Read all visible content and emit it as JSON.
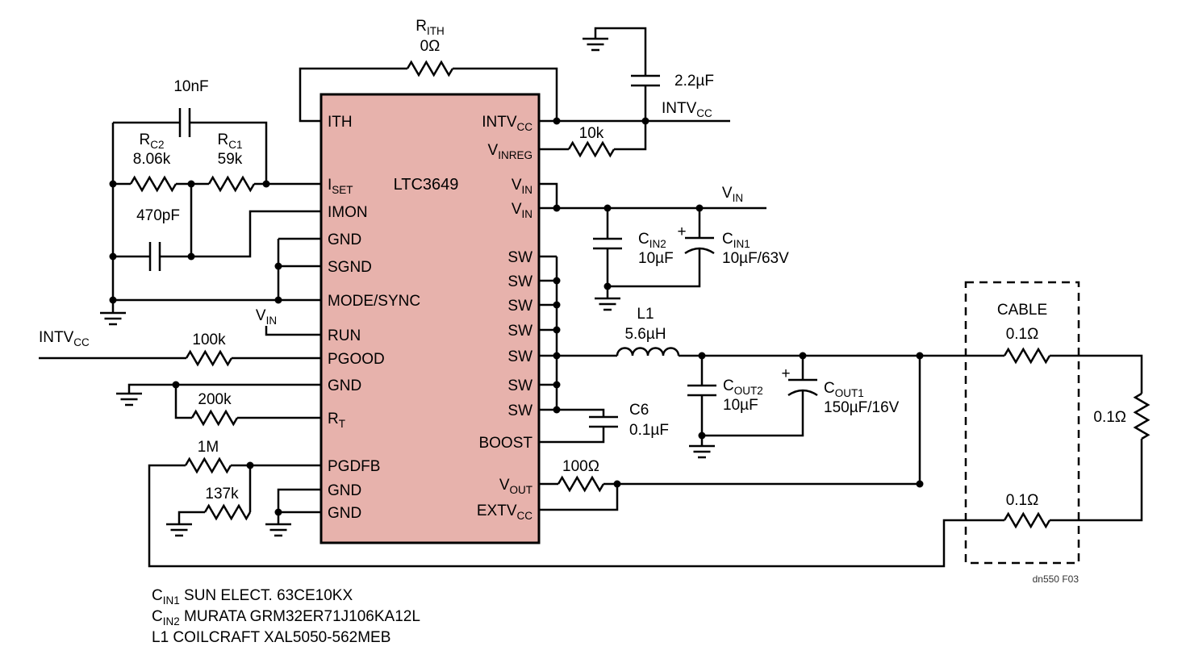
{
  "figure": {
    "id": "dn550 F03"
  },
  "colors": {
    "ic_fill": "#e7b2ac"
  },
  "ic": {
    "name": "LTC3649",
    "pins_left": [
      {
        "pre": "ITH",
        "sub": ""
      },
      {
        "pre": "I",
        "sub": "SET"
      },
      {
        "pre": "IMON",
        "sub": ""
      },
      {
        "pre": "GND",
        "sub": ""
      },
      {
        "pre": "SGND",
        "sub": ""
      },
      {
        "pre": "MODE/SYNC",
        "sub": ""
      },
      {
        "pre": "RUN",
        "sub": ""
      },
      {
        "pre": "PGOOD",
        "sub": ""
      },
      {
        "pre": "GND",
        "sub": ""
      },
      {
        "pre": "R",
        "sub": "T"
      },
      {
        "pre": "PGDFB",
        "sub": ""
      },
      {
        "pre": "GND",
        "sub": ""
      },
      {
        "pre": "GND",
        "sub": ""
      }
    ],
    "pins_right": [
      {
        "pre": "INTV",
        "sub": "CC"
      },
      {
        "pre": "V",
        "sub": "INREG"
      },
      {
        "pre": "V",
        "sub": "IN"
      },
      {
        "pre": "V",
        "sub": "IN"
      },
      {
        "pre": "SW",
        "sub": ""
      },
      {
        "pre": "SW",
        "sub": ""
      },
      {
        "pre": "SW",
        "sub": ""
      },
      {
        "pre": "SW",
        "sub": ""
      },
      {
        "pre": "SW",
        "sub": ""
      },
      {
        "pre": "SW",
        "sub": ""
      },
      {
        "pre": "SW",
        "sub": ""
      },
      {
        "pre": "BOOST",
        "sub": ""
      },
      {
        "pre": "V",
        "sub": "OUT"
      },
      {
        "pre": "EXTV",
        "sub": "CC"
      }
    ]
  },
  "components": {
    "rith": {
      "pre": "R",
      "sub": "ITH",
      "value": "0Ω"
    },
    "c_bypass": {
      "value": "2.2µF"
    },
    "intvcc_top": {
      "pre": "INTV",
      "sub": "CC"
    },
    "r_vinreg": {
      "value": "10k"
    },
    "vin_rail": {
      "pre": "V",
      "sub": "IN"
    },
    "cin2": {
      "pre": "C",
      "sub": "IN2",
      "value": "10µF"
    },
    "cin1": {
      "pre": "C",
      "sub": "IN1",
      "value": "10µF/63V",
      "plus": "+"
    },
    "l1": {
      "name": "L1",
      "value": "5.6µH"
    },
    "c6": {
      "name": "C6",
      "value": "0.1µF"
    },
    "cout2": {
      "pre": "C",
      "sub": "OUT2",
      "value": "10µF"
    },
    "cout1": {
      "pre": "C",
      "sub": "OUT1",
      "value": "150µF/16V",
      "plus": "+"
    },
    "cable": {
      "label": "CABLE",
      "r_top": "0.1Ω",
      "r_bottom": "0.1Ω"
    },
    "r_load": {
      "value": "0.1Ω"
    },
    "r_vout": {
      "value": "100Ω"
    },
    "r_pgood": {
      "value": "100k"
    },
    "intvcc_left": {
      "pre": "INTV",
      "sub": "CC"
    },
    "vin_run": {
      "pre": "V",
      "sub": "IN"
    },
    "r_rt": {
      "value": "200k"
    },
    "r_fb1": {
      "value": "1M"
    },
    "r_fb2": {
      "value": "137k"
    },
    "rc2": {
      "pre": "R",
      "sub": "C2",
      "value": "8.06k"
    },
    "rc1": {
      "pre": "R",
      "sub": "C1",
      "value": "59k"
    },
    "c_comp1": {
      "value": "10nF"
    },
    "c_comp2": {
      "value": "470pF"
    }
  },
  "notes": [
    {
      "pre": "C",
      "sub": "IN1",
      "post": " SUN ELECT. 63CE10KX"
    },
    {
      "pre": "C",
      "sub": "IN2",
      "post": " MURATA GRM32ER71J106KA12L"
    },
    {
      "pre": "L1 COILCRAFT XAL5050-562MEB",
      "sub": "",
      "post": ""
    }
  ]
}
